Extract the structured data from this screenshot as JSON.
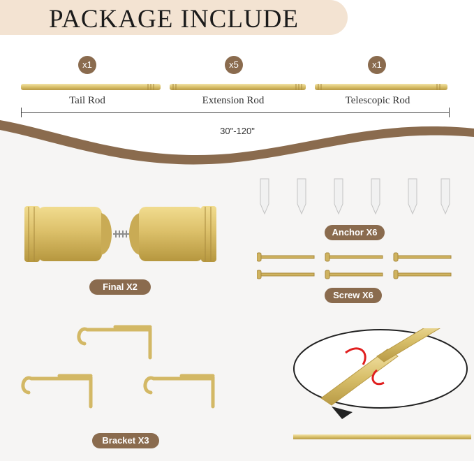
{
  "title": "PACKAGE INCLUDE",
  "rods": [
    {
      "qty": "x1",
      "label": "Tail Rod"
    },
    {
      "qty": "x5",
      "label": "Extension Rod"
    },
    {
      "qty": "x1",
      "label": "Telescopic Rod"
    }
  ],
  "dimension": "30\"-120\"",
  "parts": {
    "anchor": "Anchor X6",
    "screw": "Screw X6",
    "finial": "Final X2",
    "bracket": "Bracket X3"
  },
  "colors": {
    "gold": "#d9c06b",
    "brown": "#8a6b4e",
    "beige": "#f3e3d2",
    "panel": "#f6f5f4"
  }
}
